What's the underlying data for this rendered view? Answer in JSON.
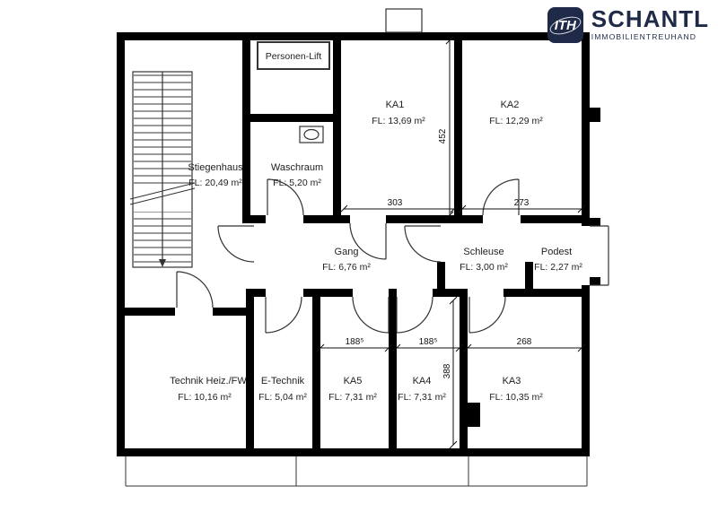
{
  "logo": {
    "icon_text": "ITH",
    "brand": "SCHANTL",
    "subtitle": "IMMOBILIENTREUHAND",
    "navy": "#1e2a47"
  },
  "rooms": {
    "lift": {
      "name": "Personen-Lift",
      "area": ""
    },
    "stiegenhaus": {
      "name": "Stiegenhaus",
      "area": "FL: 20,49 m²"
    },
    "waschraum": {
      "name": "Waschraum",
      "area": "FL: 5,20 m²"
    },
    "ka1": {
      "name": "KA1",
      "area": "FL: 13,69 m²"
    },
    "ka2": {
      "name": "KA2",
      "area": "FL: 12,29 m²"
    },
    "gang": {
      "name": "Gang",
      "area": "FL: 6,76 m²"
    },
    "schleuse": {
      "name": "Schleuse",
      "area": "FL: 3,00 m²"
    },
    "podest": {
      "name": "Podest",
      "area": "FL: 2,27 m²"
    },
    "technik": {
      "name": "Technik Heiz./FW",
      "area": "FL: 10,16 m²"
    },
    "etechnik": {
      "name": "E-Technik",
      "area": "FL: 5,04 m²"
    },
    "ka5": {
      "name": "KA5",
      "area": "FL: 7,31 m²"
    },
    "ka4": {
      "name": "KA4",
      "area": "FL: 7,31 m²"
    },
    "ka3": {
      "name": "KA3",
      "area": "FL: 10,35 m²"
    }
  },
  "dims": {
    "v452": "452",
    "h303": "303",
    "h273": "273",
    "h188a": "188⁵",
    "h188b": "188⁵",
    "h268": "268",
    "v388": "388"
  }
}
